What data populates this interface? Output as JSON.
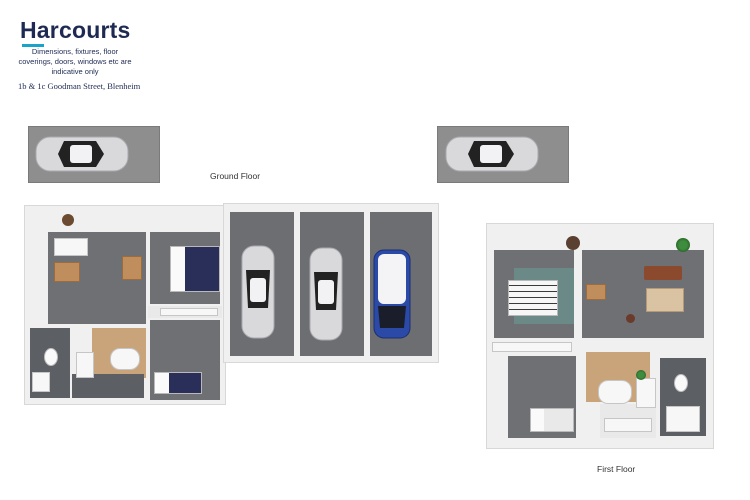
{
  "branding": {
    "company": "Harcourts",
    "disclaimer": "Dimensions, fixtures, floor coverings, doors, windows etc are indicative only",
    "address": "1b & 1c Goodman Street, Blenheim"
  },
  "floors": {
    "ground_label": "Ground Floor",
    "first_label": "First Floor"
  },
  "colors": {
    "brand_navy": "#1e2a52",
    "brand_accent": "#1aa3c8",
    "car_blue": "#2b4aa8",
    "car_silver": "#d9d9dc"
  }
}
